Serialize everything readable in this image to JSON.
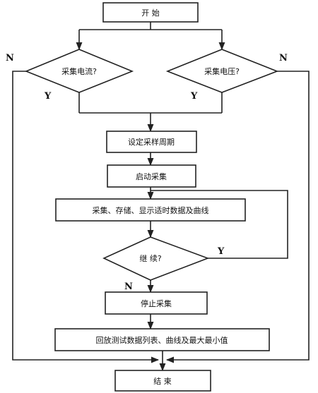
{
  "flowchart": {
    "start": "开  始",
    "decision_current": "采集电流?",
    "decision_voltage": "采集电压?",
    "set_period": "设定采样周期",
    "start_sampling": "启动采集",
    "collect_store_display": "采集、存储、显示适时数据及曲线",
    "decision_continue": "继  续?",
    "stop_sampling": "停止采集",
    "playback": "回放测试数据列表、曲线及最大最小值",
    "end": "结  束",
    "labels": {
      "yes": "Y",
      "no": "N"
    }
  }
}
